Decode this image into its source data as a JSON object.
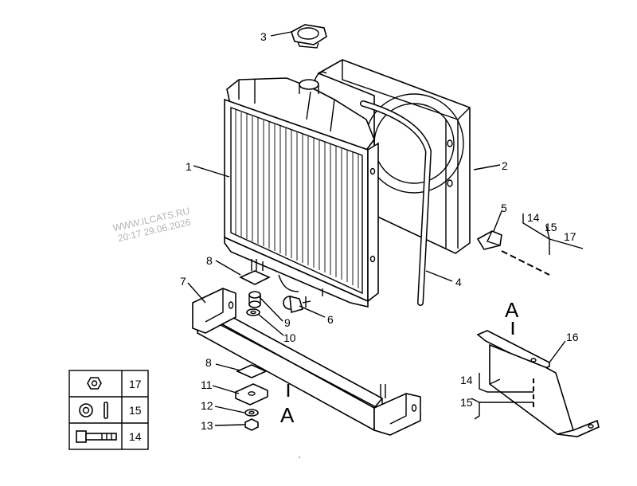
{
  "watermark": {
    "line1": "WWW.ILCATS.RU",
    "line2": "20:17 29.06.2026"
  },
  "callouts": {
    "c1": "1",
    "c2": "2",
    "c3": "3",
    "c4": "4",
    "c5": "5",
    "c6": "6",
    "c7": "7",
    "c8a": "8",
    "c8b": "8",
    "c9": "9",
    "c10": "10",
    "c11": "11",
    "c12": "12",
    "c13": "13",
    "c14a": "14",
    "c15a": "15",
    "c17a": "17",
    "c14b": "14",
    "c15b": "15",
    "c16": "16"
  },
  "section_marks": {
    "view_a": "A",
    "cut_a": "A"
  },
  "legend": {
    "nut": "17",
    "washer_pin": "15",
    "bolt": "14"
  },
  "icons": [
    "radiator-icon",
    "fan-shroud-icon",
    "radiator-cap-icon",
    "hose-icon",
    "clip-icon",
    "drain-valve-icon",
    "crossmember-icon",
    "bracket-icon",
    "nut-icon",
    "washer-icon",
    "bolt-icon"
  ]
}
